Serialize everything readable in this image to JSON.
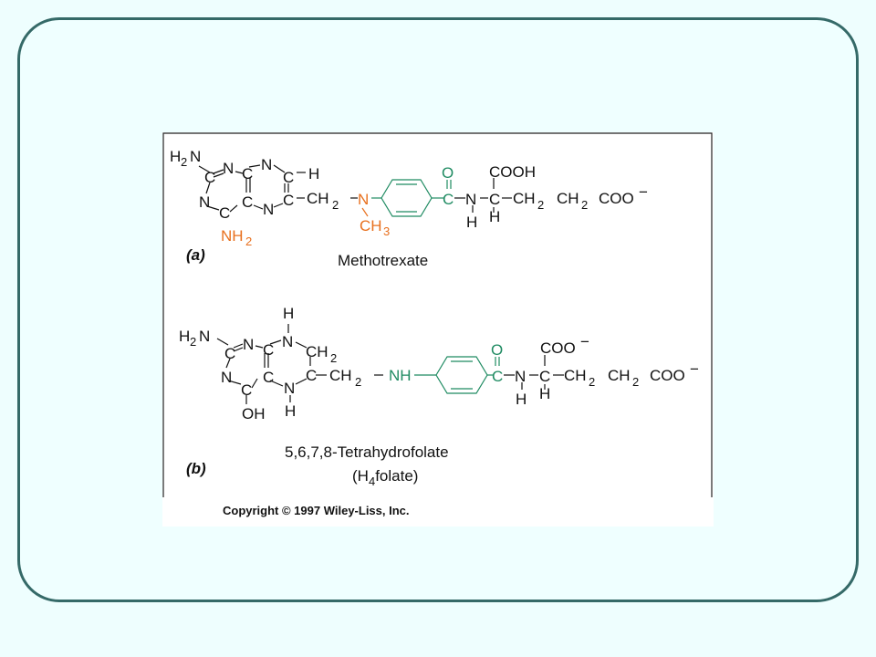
{
  "colors": {
    "orange": "#e8701e",
    "green": "#1f8b62",
    "black": "#111111",
    "frame": "#356a68"
  },
  "a": {
    "label": "(a)",
    "name": "Methotrexate",
    "atoms": {
      "h2n": "H",
      "h2n_sub": "2",
      "h2n_n": "N",
      "c1": "C",
      "n1": "N",
      "c2": "C",
      "n2": "N",
      "c3": "C",
      "h_ring": "H",
      "n3": "N",
      "c4": "C",
      "n4": "N",
      "c5": "C",
      "ch2_link": "CH",
      "ch2_link_sub": "2",
      "c6": "C",
      "nh2": "NH",
      "nh2_sub": "2",
      "n_methyl": "N",
      "ch3": "CH",
      "ch3_sub": "3",
      "o": "O",
      "c_carbonyl": "C",
      "n_amide": "N",
      "h_amide": "H",
      "c_alpha": "C",
      "cooh": "COOH",
      "h_alpha": "H",
      "ch2_a": "CH",
      "ch2_a_sub": "2",
      "ch2_b": "CH",
      "ch2_b_sub": "2",
      "coo": "COO",
      "coo_charge": "−"
    }
  },
  "b": {
    "label": "(b)",
    "name_line1": "5,6,7,8-Tetrahydrofolate",
    "name_line2_pre": "(H",
    "name_line2_sub": "4",
    "name_line2_post": "folate)",
    "atoms": {
      "h_top": "H",
      "h2n": "H",
      "h2n_sub": "2",
      "h2n_n": "N",
      "c1": "C",
      "n1": "N",
      "c2": "C",
      "n5": "N",
      "c_ch2": "CH",
      "c_ch2_sub": "2",
      "n3": "N",
      "c4": "C",
      "c6": "C",
      "ch2_link": "CH",
      "ch2_link_sub": "2",
      "n8": "N",
      "h_bottom": "H",
      "c_oh": "C",
      "oh": "OH",
      "nh": "NH",
      "o": "O",
      "c_carbonyl": "C",
      "n_amide": "N",
      "h_amide": "H",
      "c_alpha": "C",
      "coo_top": "COO",
      "coo_top_charge": "−",
      "h_alpha": "H",
      "ch2_a": "CH",
      "ch2_a_sub": "2",
      "ch2_b": "CH",
      "ch2_b_sub": "2",
      "coo": "COO",
      "coo_charge": "−"
    }
  },
  "copyright": "Copyright © 1997 Wiley-Liss, Inc."
}
